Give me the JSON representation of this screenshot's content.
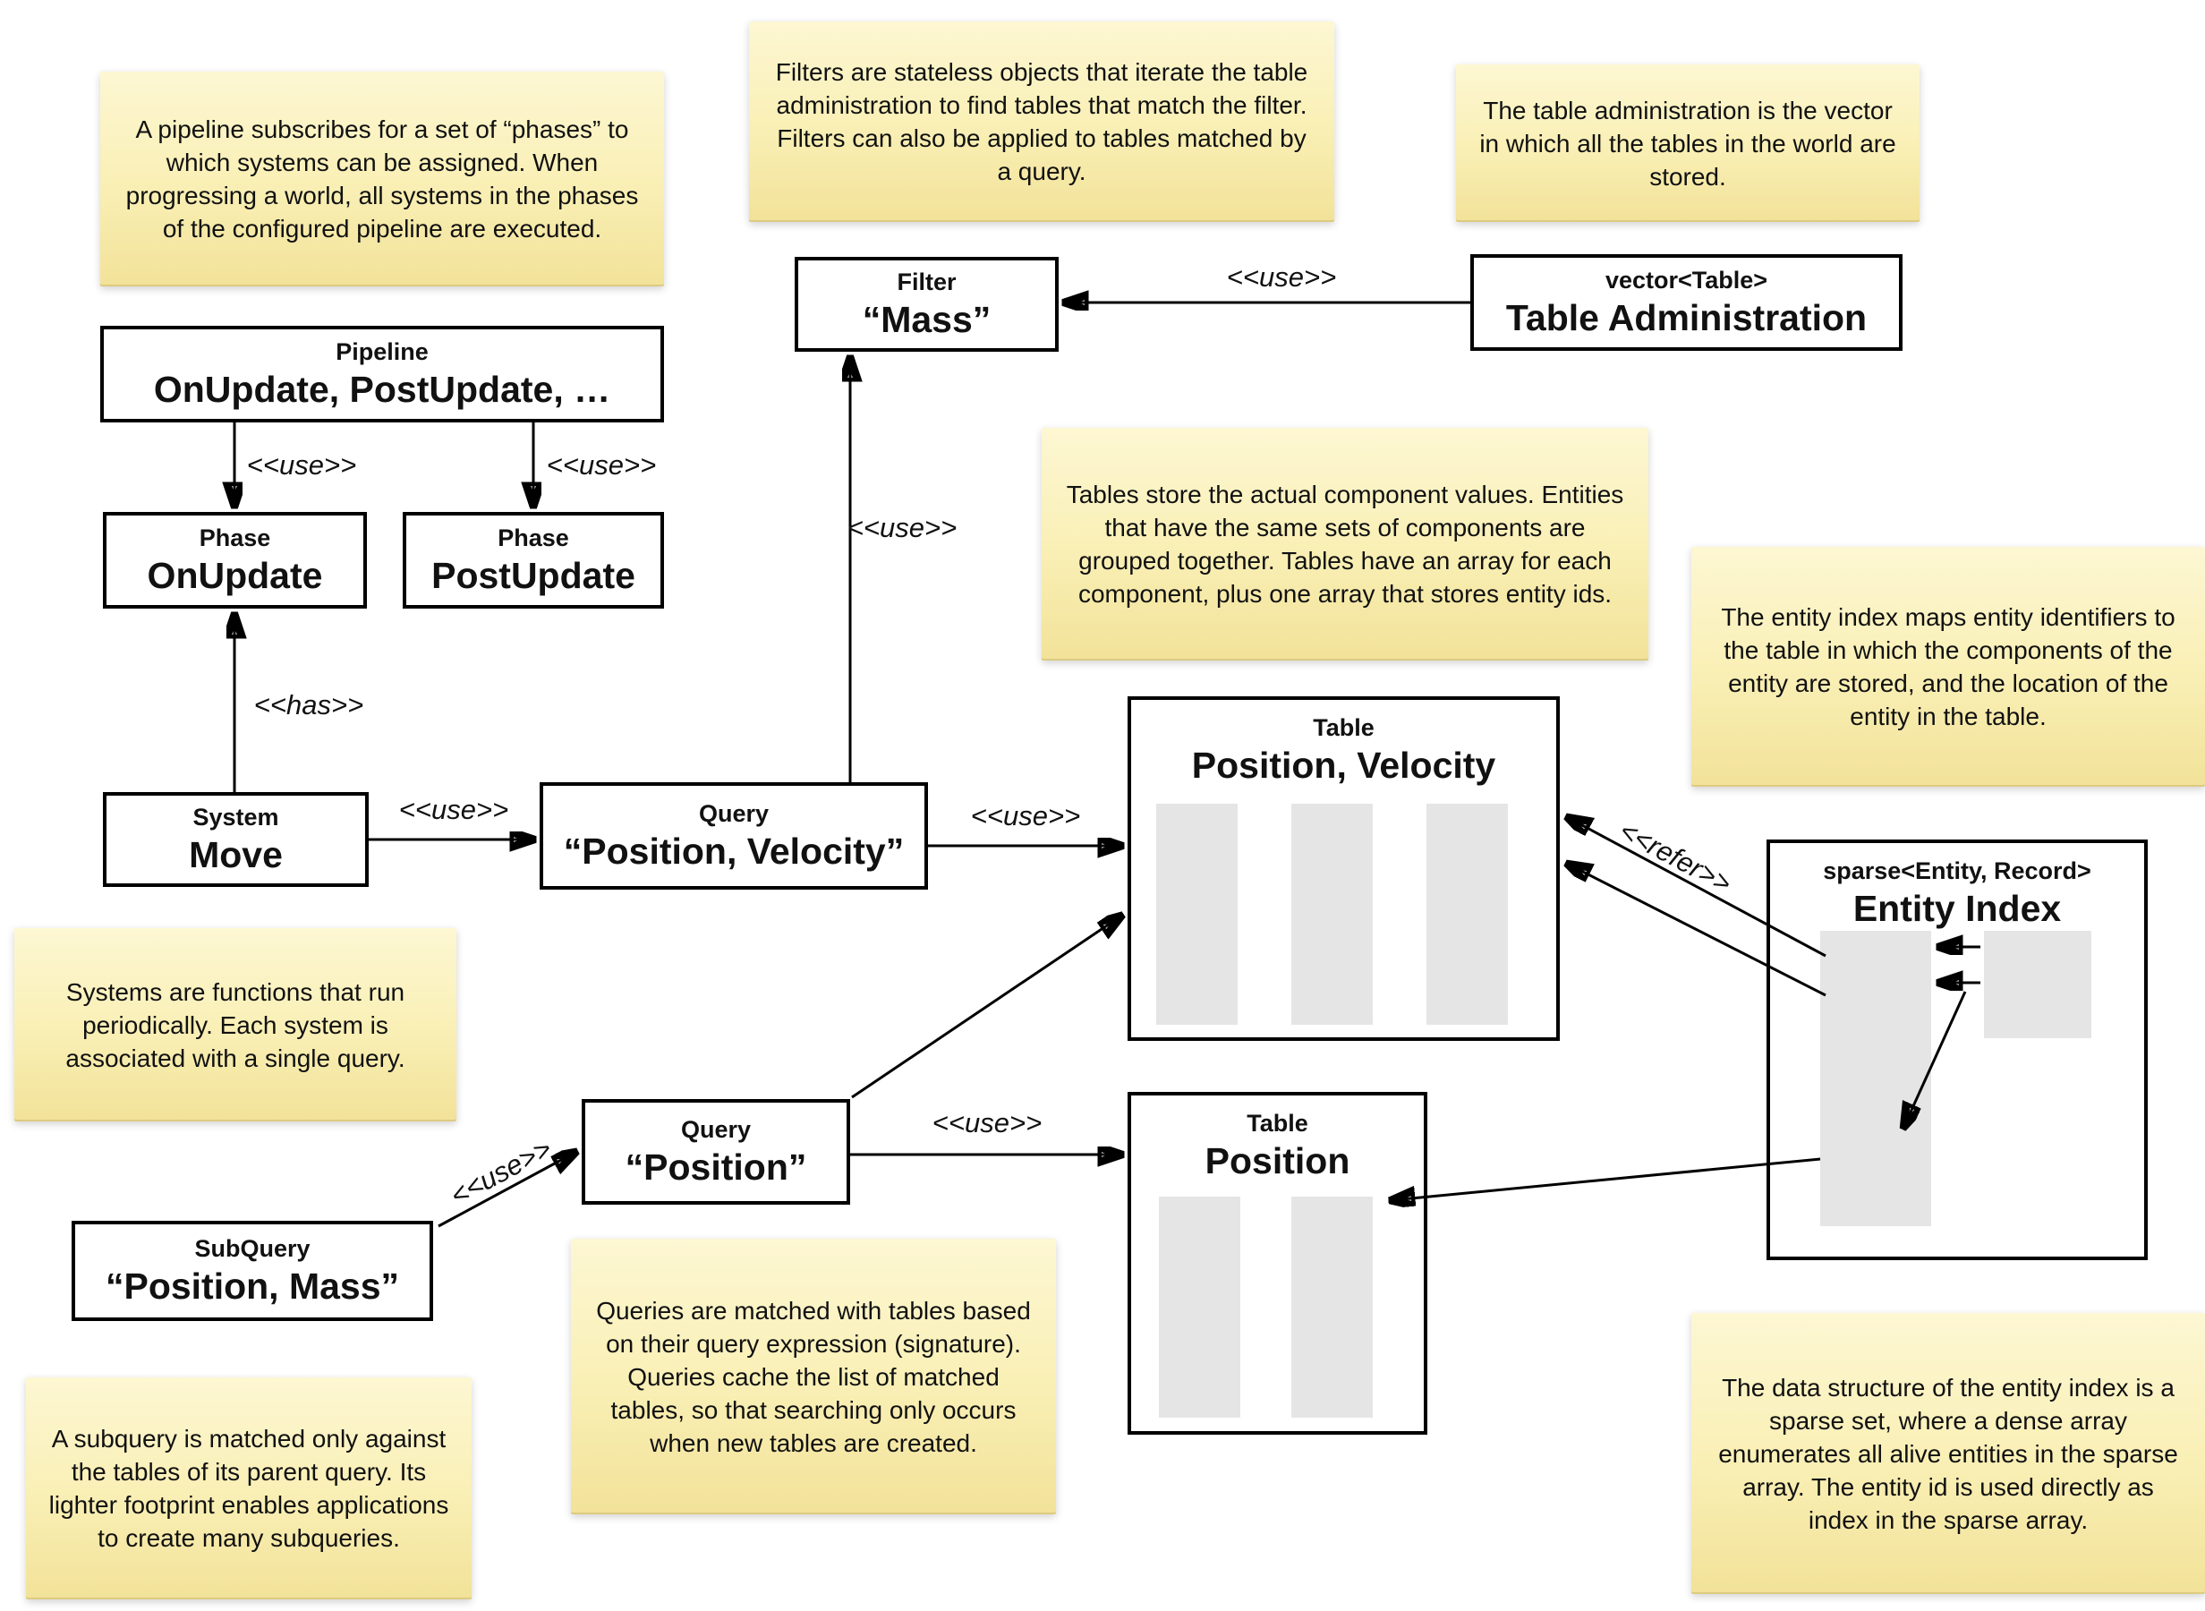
{
  "colors": {
    "note_top": "#fdf7d3",
    "note_bottom": "#f2e299",
    "box_border": "#000000",
    "box_fill": "#ffffff",
    "array_fill": "#e5e5e5",
    "text": "#111111"
  },
  "labels": {
    "use": "<<use>>",
    "has": "<<has>>",
    "refer": "<<refer>>"
  },
  "notes": {
    "pipeline": "A pipeline subscribes for a set of “phases” to which systems can be assigned. When progressing a world, all systems in the phases of the configured pipeline are executed.",
    "filters": "Filters are stateless objects that iterate the table administration to find tables that match the filter. Filters can also be applied to tables matched by a query.",
    "table_admin": "The table administration is the vector in which all the tables in the world are stored.",
    "tables": "Tables store the actual component values. Entities that have the same sets of components are grouped together. Tables have an array for each component, plus one array that stores entity ids.",
    "entity_index": "The entity index maps entity identifiers to the table in which the components of the entity are stored, and the location of the entity in the table.",
    "systems": "Systems are functions that run periodically. Each system is associated with a single query.",
    "queries": "Queries are matched with tables based on their query expression (signature). Queries cache the list of matched tables, so that searching only occurs when new tables are created.",
    "subquery": "A subquery is matched only against the tables of its parent query. Its lighter footprint enables applications to create many subqueries.",
    "sparse_set": "The data structure of the entity index is a sparse set, where a dense array enumerates all alive entities in the sparse array. The entity id is used directly as index in the sparse array."
  },
  "boxes": {
    "pipeline": {
      "stereotype": "Pipeline",
      "name": "OnUpdate, PostUpdate, …"
    },
    "phase_onupdate": {
      "stereotype": "Phase",
      "name": "OnUpdate"
    },
    "phase_postupdate": {
      "stereotype": "Phase",
      "name": "PostUpdate"
    },
    "filter_mass": {
      "stereotype": "Filter",
      "name": "“Mass”"
    },
    "table_administration": {
      "stereotype": "vector<Table>",
      "name": "Table Administration"
    },
    "system_move": {
      "stereotype": "System",
      "name": "Move"
    },
    "query_position_velocity": {
      "stereotype": "Query",
      "name": "“Position, Velocity”"
    },
    "table_position_velocity": {
      "stereotype": "Table",
      "name": "Position, Velocity",
      "component_arrays": 3
    },
    "entity_index": {
      "stereotype": "sparse<Entity, Record>",
      "name": "Entity Index"
    },
    "query_position": {
      "stereotype": "Query",
      "name": "“Position”"
    },
    "table_position": {
      "stereotype": "Table",
      "name": "Position",
      "component_arrays": 2
    },
    "subquery_position_mass": {
      "stereotype": "SubQuery",
      "name": "“Position, Mass”"
    }
  }
}
